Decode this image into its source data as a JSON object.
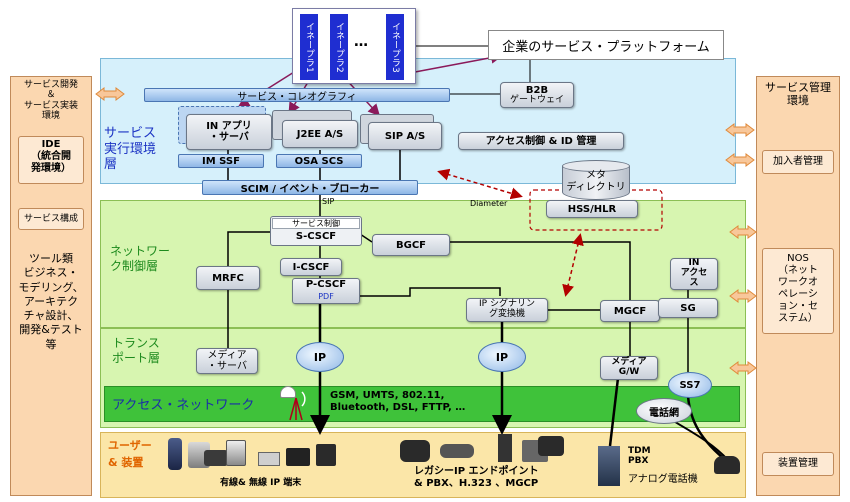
{
  "colors": {
    "left_panel": "#fbd7b0",
    "service_layer": "#d6f0fb",
    "network_layer": "#d7f5b0",
    "access_bar": "#3fc23a",
    "user_bar": "#fbe6a8",
    "infra": "#1f2ed1",
    "arrow_orange": "#f4a460",
    "dashed_red": "#b30000"
  },
  "infra": {
    "items": [
      "イネープラ1",
      "イネープラ2",
      "イネープラ3"
    ],
    "ellipsis": "…"
  },
  "enterprise_platform": "企業のサービス・プラットフォーム",
  "b2b_gateway": {
    "line1": "B2B",
    "line2": "ゲートウェイ"
  },
  "left_panel": {
    "top": "サービス開発\n＆\nサービス実装\n環境",
    "ide": "IDE\n（統合開\n発環境）",
    "composition": "サービス構成",
    "tools": "ツール類\nビジネス・\nモデリング、\nアーキテク\nチャ設計、\n開発&テスト\n等"
  },
  "right_panel": {
    "title": "サービス管理\n環境",
    "subscriber": "加入者管理",
    "nos": "NOS\n（ネット\nワークオ\nペレーシ\nョン・セ\nステム）",
    "device": "装置管理"
  },
  "service_layer": {
    "label": "サービス\n実行環境\n層",
    "choreography": "サービス・コレオグラフィ",
    "in_app": "IN アプリ\n・サーバ",
    "j2ee": "J2EE A/S",
    "sip_as": "SIP A/S",
    "im_ssf": "IM SSF",
    "osa_scs": "OSA SCS",
    "access_id": "アクセス制御 & ID 管理",
    "scim": "SCIM / イベント・ブローカー",
    "meta_dir": "メタ\nディレクトリ"
  },
  "network_layer": {
    "label": "ネットワー\nク制御層",
    "sip": "SIP",
    "diameter": "Diameter",
    "hss": "HSS/HLR",
    "service_ctrl": "サービス制御",
    "s_cscf": "S-CSCF",
    "bgcf": "BGCF",
    "mrfc": "MRFC",
    "i_cscf": "I-CSCF",
    "p_cscf": "P-CSCF",
    "pdf": "PDF",
    "ip_sig": "IP シグナリン\nグ変換機",
    "mgcf": "MGCF",
    "in_access": "IN\nアクセ\nス",
    "sg": "SG"
  },
  "transport_layer": {
    "label": "トランス\nポート層",
    "media_server": "メディア\n・サーバ",
    "ip1": "IP",
    "ip2": "IP",
    "media_gw": "メディア\nG/W",
    "ss7": "SS7"
  },
  "access_network": {
    "label": "アクセス・ネットワーク",
    "tech": "GSM, UMTS, 802.11,\nBluetooth, DSL, FTTP, …",
    "pstn": "電話網"
  },
  "user_layer": {
    "label": "ユーザー\n& 装置",
    "terminals": "有線& 無線 IP 端末",
    "legacy": "レガシーIP エンドポイント\n& PBX、H.323 、MGCP",
    "tdm": "TDM\nPBX",
    "analog": "アナログ電話機"
  }
}
